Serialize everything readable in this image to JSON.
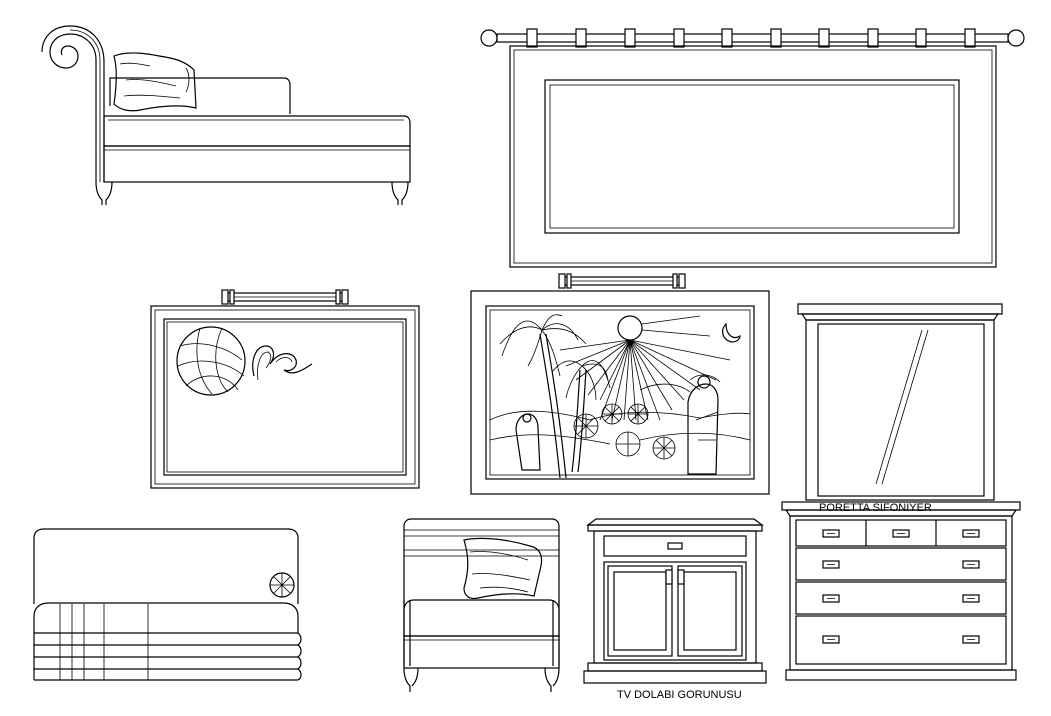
{
  "drawing": {
    "labels": {
      "tv_cabinet": "TV DOLABI GORUNUSU",
      "dresser": "PORETTA SIFONIYER"
    },
    "line_color": "#000000",
    "background_color": "#ffffff",
    "items": [
      {
        "name": "chaise-longue",
        "icon": "chaise-longue-icon"
      },
      {
        "name": "curtain-panel",
        "icon": "curtain-icon"
      },
      {
        "name": "framed-painting-abstract",
        "icon": "painting-icon"
      },
      {
        "name": "framed-painting-desert",
        "icon": "painting-icon"
      },
      {
        "name": "wall-mirror",
        "icon": "mirror-icon"
      },
      {
        "name": "bed-side-elevation",
        "icon": "bed-icon"
      },
      {
        "name": "armchair",
        "icon": "armchair-icon"
      },
      {
        "name": "tv-cabinet",
        "icon": "cabinet-icon"
      },
      {
        "name": "dresser",
        "icon": "dresser-icon"
      }
    ]
  }
}
